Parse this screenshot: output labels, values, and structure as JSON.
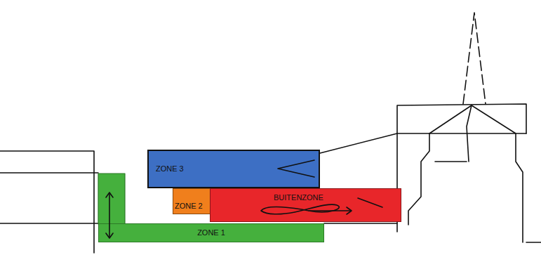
{
  "diagram": {
    "nodes": [
      {
        "text": [
          "ZONE 3"
        ]
      },
      {
        "text": [
          "ZONE 2"
        ]
      },
      {
        "text": [
          "BUITENZONE"
        ]
      },
      {
        "text": [
          "ZONE 1"
        ]
      }
    ]
  }
}
